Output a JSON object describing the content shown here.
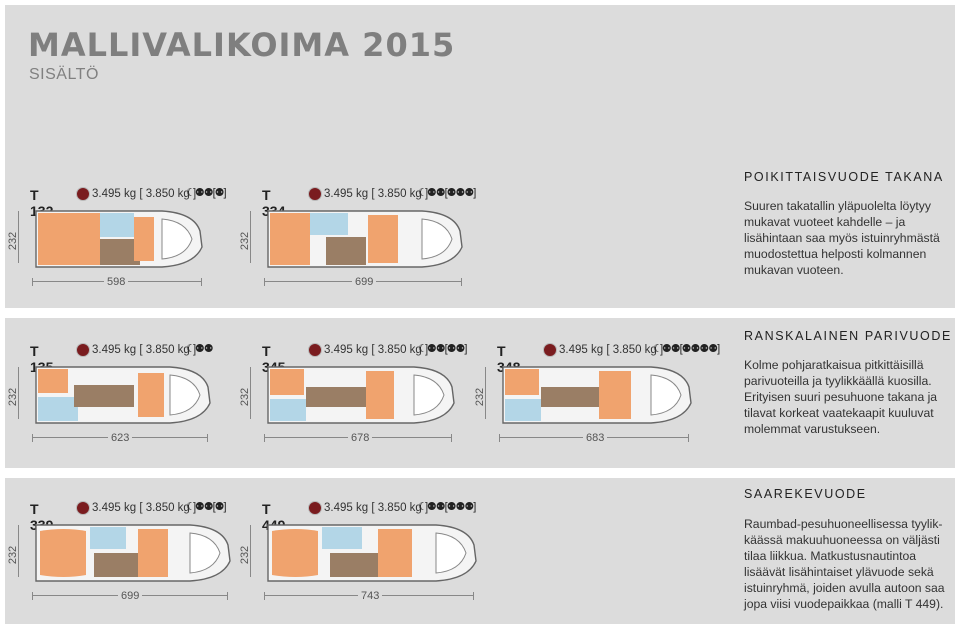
{
  "header": {
    "title": "MALLIVALIKOIMA 2015",
    "subtitle": "SISÄLTÖ"
  },
  "common": {
    "weight": "3.495 kg [ 3.850 kg ]",
    "width": "232"
  },
  "plans": [
    {
      "code": "T 132",
      "sleep": "☾⚉⚉[⚉]",
      "length": "598"
    },
    {
      "code": "T 334",
      "sleep": "☾⚉⚉[⚉⚉⚉]",
      "length": "699"
    },
    {
      "code": "T 135",
      "sleep": "☾⚉⚉",
      "length": "623"
    },
    {
      "code": "T 345",
      "sleep": "☾⚉⚉[⚉⚉]",
      "length": "678"
    },
    {
      "code": "T 348",
      "sleep": "☾⚉⚉[⚉⚉⚉⚉]",
      "length": "683"
    },
    {
      "code": "T 339",
      "sleep": "☾⚉⚉[⚉]",
      "length": "699"
    },
    {
      "code": "T 449",
      "sleep": "☾⚉⚉[⚉⚉⚉]",
      "length": "743"
    }
  ],
  "features": [
    {
      "title": "POIKITTAISVUODE TAKANA",
      "body": "Suuren takatallin yläpuolelta löytyy mukavat vuoteet kahdelle – ja lisähintaan saa myös istuinryhmästä muodostettua helposti kolmannen mukavan vuoteen."
    },
    {
      "title": "RANSKALAINEN PARIVUODE",
      "body": "Kolme pohjaratkaisua pitkittäisillä parivuoteilla ja tyylikkäällä kuosilla. Erityisen suuri pesuhuone takana ja tilavat korkeat vaatekaapit kuuluvat molemmat varustukseen."
    },
    {
      "title": "SAAREKEVUODE",
      "body": "Raumbad-pesuhuoneellisessa tyylik-käässä makuuhuoneessa on väljästi tilaa liikkua. Matkustusnautintoa lisäävät lisähintaiset ylävuode sekä istuinryhmä, joiden avulla autoon saa jopa viisi vuodepaikkaa (malli T 449)."
    }
  ]
}
